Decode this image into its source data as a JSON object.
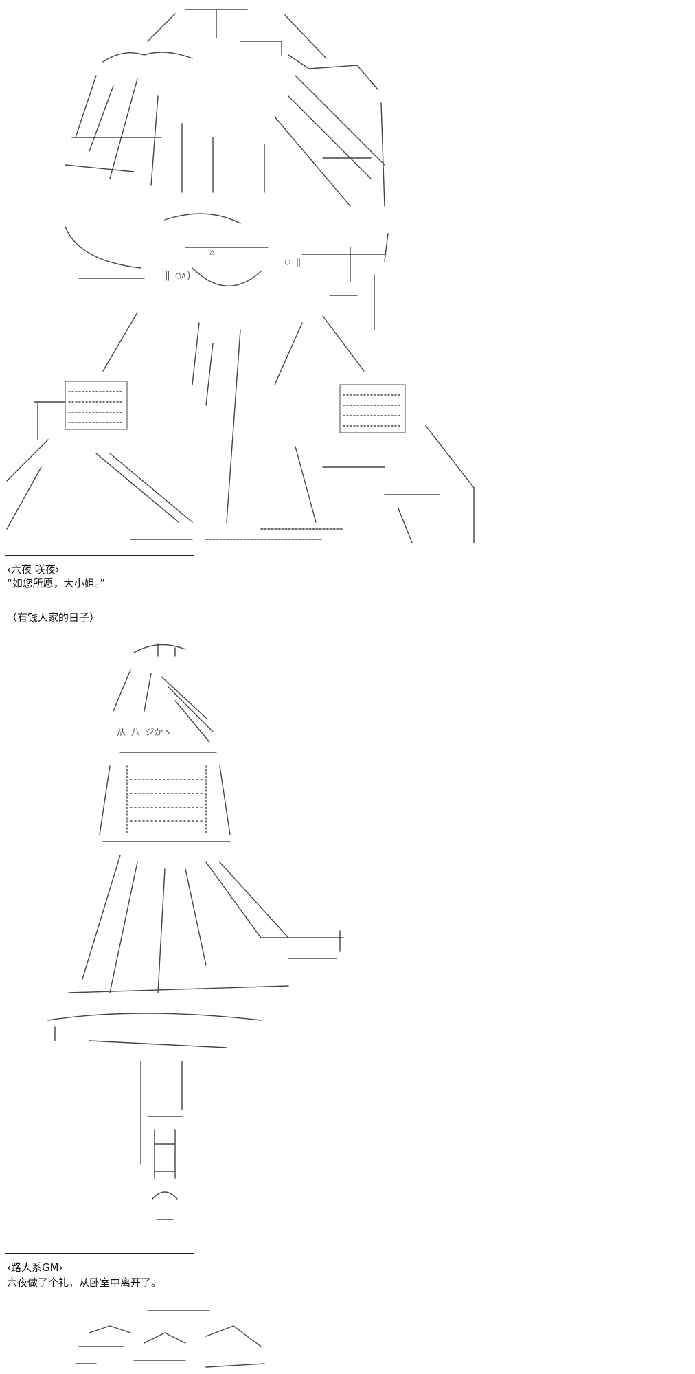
{
  "panel1": {
    "speaker": "‹六夜 咲夜›",
    "line": "“如您所愿，大小姐。”",
    "narration": "（有钱人家的日子）"
  },
  "panel2": {
    "speaker": "‹路人系GM›",
    "line": "六夜做了个礼，从卧室中离开了。"
  },
  "colors": {
    "background": "#ffffff",
    "text": "#111111",
    "art_stroke": "#444444"
  }
}
